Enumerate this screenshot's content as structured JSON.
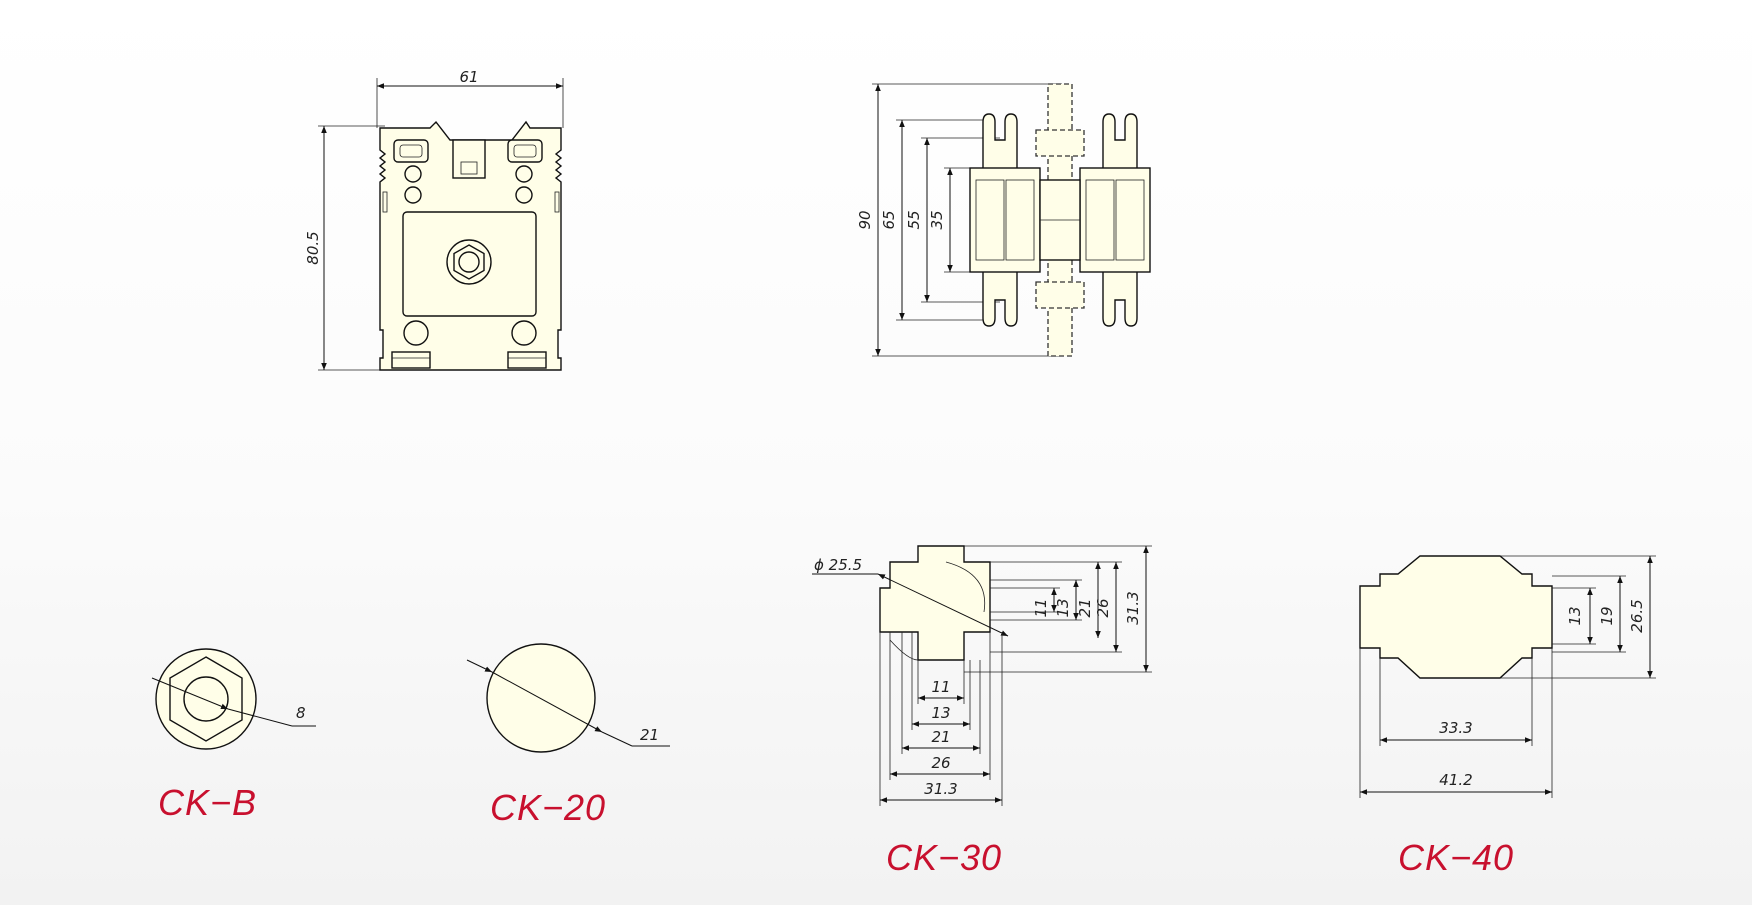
{
  "top_views": {
    "front": {
      "width": "61",
      "height": "80.5"
    },
    "side": {
      "overall": "90",
      "d1": "65",
      "d2": "55",
      "d3": "35"
    }
  },
  "ck_b": {
    "label": "CK−B",
    "diameter": "8"
  },
  "ck_20": {
    "label": "CK−20",
    "diameter": "21"
  },
  "ck_30": {
    "label": "CK−30",
    "phi": "ϕ 25.5",
    "v11": "11",
    "v13": "13",
    "v21": "21",
    "v26": "26",
    "v31": "31.3",
    "h11": "11",
    "h13": "13",
    "h21": "21",
    "h26": "26",
    "h31": "31.3"
  },
  "ck_40": {
    "label": "CK−40",
    "v13": "13",
    "v19": "19",
    "v26": "26.5",
    "h33": "33.3",
    "h41": "41.2"
  },
  "colors": {
    "part_fill": "#fffee8",
    "label": "#c8102e",
    "line": "#111111"
  }
}
